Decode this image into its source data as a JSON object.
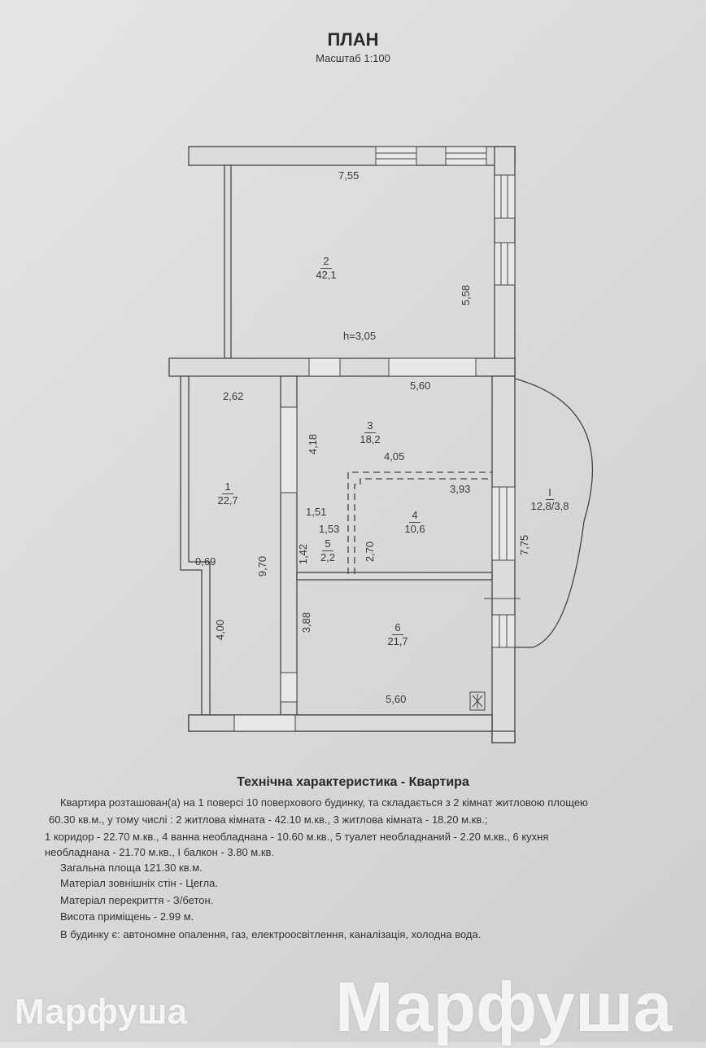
{
  "header": {
    "title": "ПЛАН",
    "scale": "Масштаб 1:100"
  },
  "plan": {
    "height_label": "h=3,05",
    "dimensions": {
      "d755": "7,55",
      "d558": "5,58",
      "d262": "2,62",
      "d560top": "5,60",
      "d418": "4,18",
      "d405": "4,05",
      "d393": "3,93",
      "d151": "1,51",
      "d153": "1,53",
      "d142": "1,42",
      "d270": "2,70",
      "d069": "0,69",
      "d970": "9,70",
      "d400": "4,00",
      "d388": "3,88",
      "d560bottom": "5,60",
      "d775": "7,75"
    },
    "rooms": [
      {
        "num": "1",
        "area": "22,7"
      },
      {
        "num": "2",
        "area": "42,1"
      },
      {
        "num": "3",
        "area": "18,2"
      },
      {
        "num": "4",
        "area": "10,6"
      },
      {
        "num": "5",
        "area": "2,2"
      },
      {
        "num": "6",
        "area": "21,7"
      },
      {
        "num": "I",
        "area": "12,8/3,8"
      }
    ]
  },
  "tech": {
    "title": "Технічна характеристика - Квартира",
    "lines": [
      "Квартира розташован(а) на 1 поверсі 10 поверхового будинку, та складається з 2 кімнат житловою площею",
      "60.30 кв.м., у тому числі : 2 житлова кімната - 42.10 м.кв., 3 житлова кімната - 18.20 м.кв.;",
      "1 коридор - 22.70 м.кв., 4 ванна необладнана - 10.60 м.кв., 5 туалет необладнаний - 2.20 м.кв., 6 кухня",
      "необладнана - 21.70 м.кв., І балкон - 3.80 м.кв.",
      "Загальна площа 121.30 кв.м.",
      "Матеріал зовнішніх стін - Цегла.",
      "Матеріал перекриття - З/бетон.",
      "Висота приміщень - 2.99 м.",
      "В будинку є: автономне опалення, газ, електроосвітлення, каналізація, холодна вода."
    ]
  },
  "watermark": {
    "small": "Марфуша",
    "large": "Марфуша"
  }
}
